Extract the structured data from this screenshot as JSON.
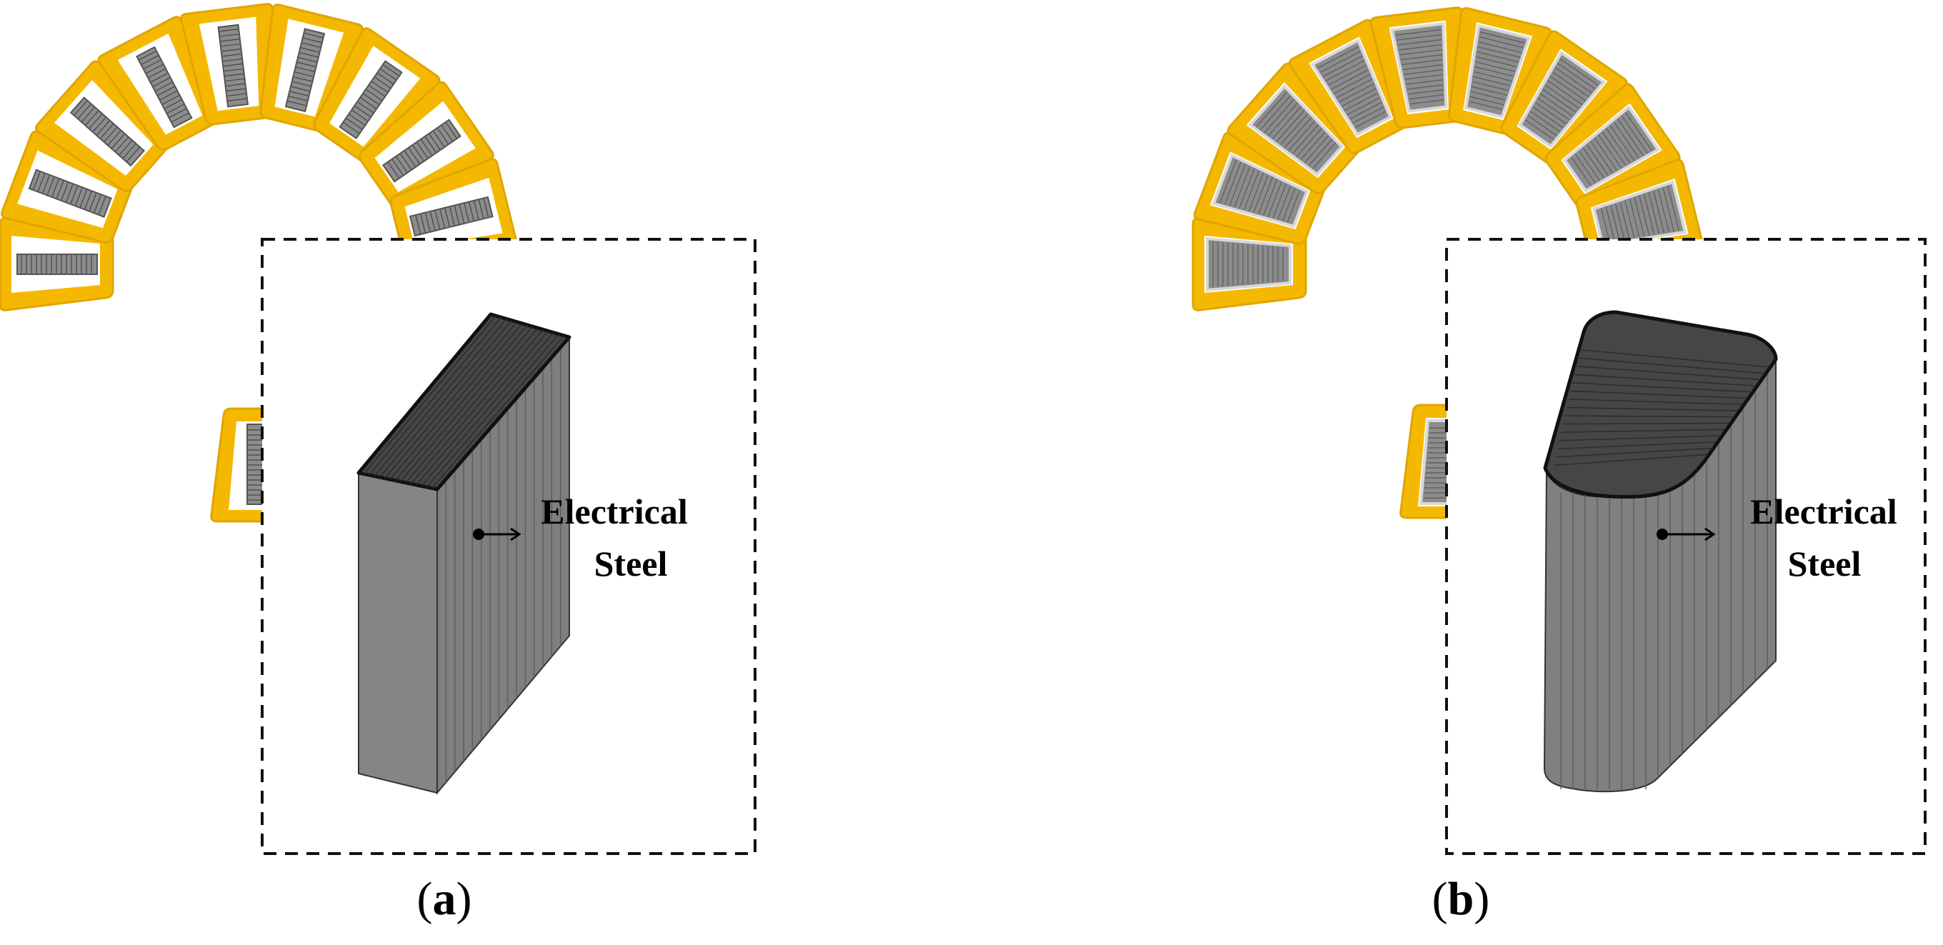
{
  "colors": {
    "coil_yellow": "#F5B800",
    "coil_yellow_edge": "#E0A500",
    "steel_gray": "#7F7F7F",
    "steel_dark": "#454545",
    "steel_outline": "#222222",
    "winding_gray": "#8C8C8C",
    "dashed_box": "#111111"
  },
  "panel_a": {
    "label": "Electrical\nSteel",
    "label_line1": "Electrical",
    "label_line2": "Steel",
    "caption_open": "(",
    "caption_letter": "a",
    "caption_close": ")",
    "coil_fill": "rectangular-conductor"
  },
  "panel_b": {
    "label_line1": "Electrical",
    "label_line2": "Steel",
    "caption_open": "(",
    "caption_letter": "b",
    "caption_close": ")",
    "coil_fill": "filled-slot"
  }
}
